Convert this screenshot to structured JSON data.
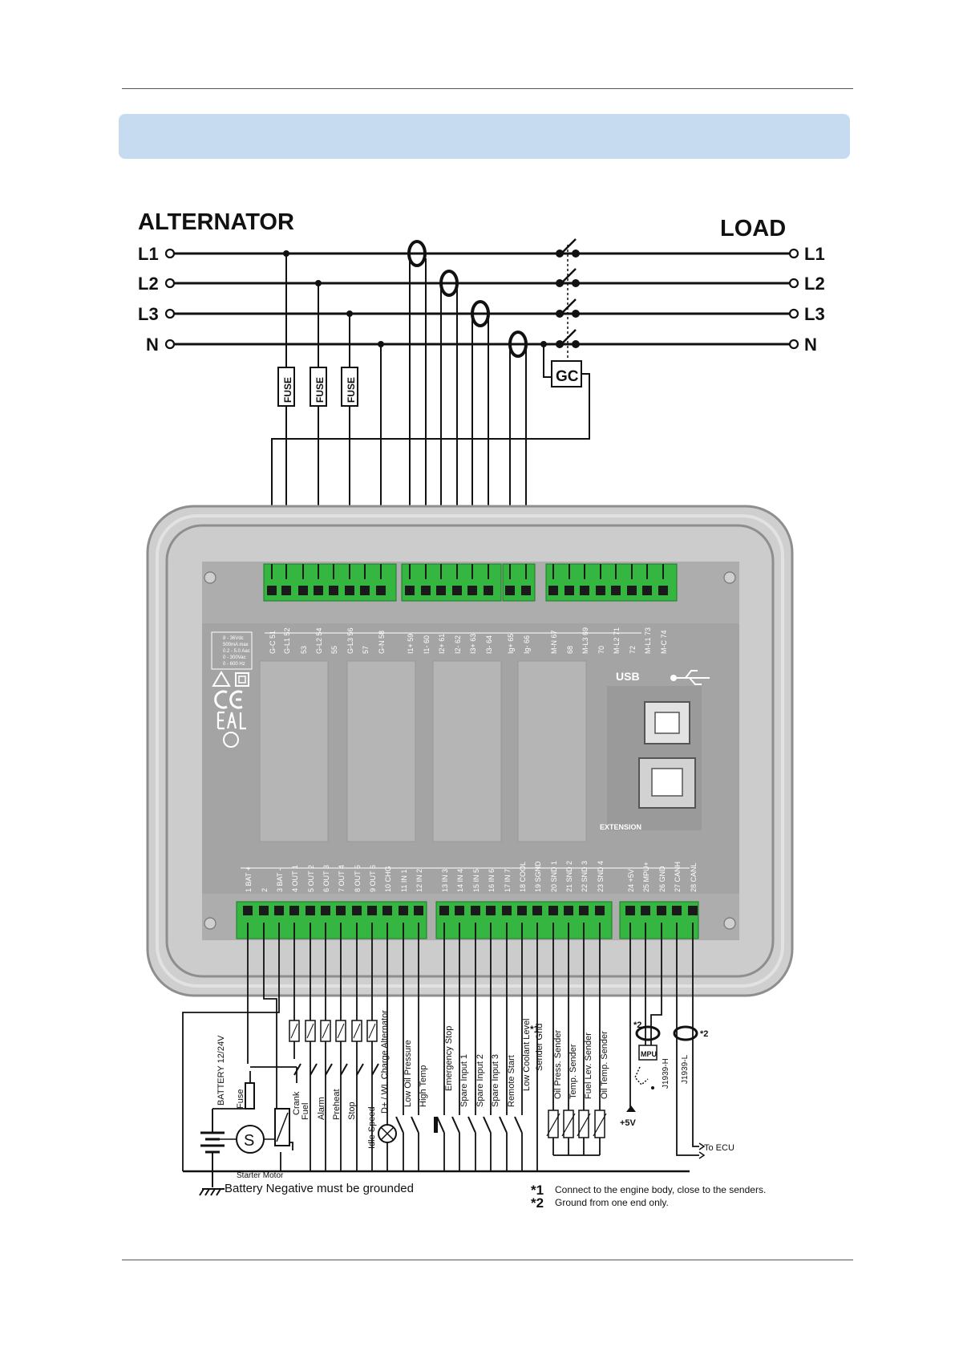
{
  "title_left": "ALTERNATOR",
  "title_right": "LOAD",
  "lines": [
    "L1",
    "L2",
    "L3",
    "N"
  ],
  "fuse_label": "FUSE",
  "gc_label": "GC",
  "top_terminals": [
    "G-C 51",
    "G-L1 52",
    "53",
    "G-L2 54",
    "55",
    "G-L3 56",
    "57",
    "G-N 58",
    "I1+ 59",
    "I1- 60",
    "I2+ 61",
    "I2- 62",
    "I3+ 63",
    "I3- 64",
    "Ig+ 65",
    "Ig- 66",
    "M-N 67",
    "68",
    "M-L3 69",
    "70",
    "M-L2 71",
    "72",
    "M-L1 73",
    "M-C 74"
  ],
  "rating_text": [
    "8 - 36Vdc",
    "500mA max",
    "0.2 - 5.0 Aac",
    "0 - 300Vac",
    "0 - 600 Hz"
  ],
  "usb_label": "USB",
  "extension_label": "EXTENSION",
  "bottom_terminals": [
    "1 BAT +",
    "2",
    "3 BAT -",
    "4 OUT 1",
    "5 OUT 2",
    "6 OUT 3",
    "7 OUT 4",
    "8 OUT 5",
    "9 OUT 6",
    "10 CHG",
    "11 IN 1",
    "12 IN 2",
    "13 IN 3",
    "14 IN 4",
    "15 IN 5",
    "16 IN 6",
    "17 IN 7",
    "18 COOL",
    "19 SGND",
    "20 SND 1",
    "21 SND 2",
    "22 SND 3",
    "23 SND 4",
    "24 +5V",
    "25 MPU+",
    "26 GND",
    "27 CANH",
    "28 CANL"
  ],
  "io_labels": {
    "battery": "BATTERY 12/24V",
    "fuse": "Fuse",
    "starter_motor": "Starter Motor",
    "starter_s": "S",
    "crank": "Crank",
    "fuel": "Fuel",
    "alarm": "Alarm",
    "preheat": "Preheat",
    "stop": "Stop",
    "idle_speed": "Idle Speed",
    "charge": "D+ / WL Charge Alternator",
    "low_oil": "Low Oil Pressure",
    "high_temp": "High Temp",
    "emergency_stop": "Emergency Stop",
    "spare1": "Spare Input 1",
    "spare2": "Spare Input 2",
    "spare3": "Spare Input 3",
    "remote_start": "Remote Start",
    "low_coolant": "Low Coolant Level",
    "sender_gnd": "Sender Gnd",
    "oil_sender": "Oil Press. Sender",
    "temp_sender": "Temp. Sender",
    "fuel_sender": "Fuel Lev. Sender",
    "oil_temp_sender": "Oil Temp. Sender",
    "plus5v": "+5V",
    "mpu": "MPU",
    "j1939h": "J1939-H",
    "j1939l": "J1939-L",
    "to_ecu": "To ECU",
    "star1": "*1",
    "star2": "*2"
  },
  "footer": {
    "ground_note": "Battery Negative must be grounded",
    "note1_mark": "*1",
    "note1": "Connect to the engine body, close to the senders.",
    "note2_mark": "*2",
    "note2": "Ground from one end only."
  }
}
